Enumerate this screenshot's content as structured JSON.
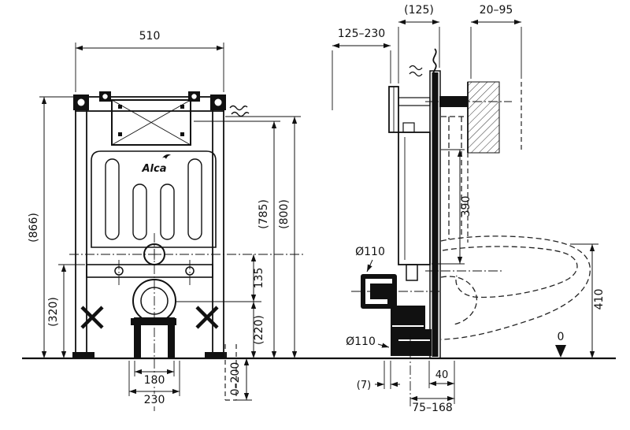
{
  "drawing": {
    "brand": "Alca",
    "front": {
      "width": "510",
      "height_total": "(866)",
      "height_lower": "(320)",
      "height_plate": "(785)",
      "height_top": "(800)",
      "flush_offset": "135",
      "drain_height": "(220)",
      "foot_adjust": "0–200",
      "spacing_inner": "180",
      "spacing_outer": "230"
    },
    "side": {
      "depth_total": "125–230",
      "depth_frame": "(125)",
      "wall_offset": "20–95",
      "cistern_height": "390",
      "inlet_dia": "Ø110",
      "outlet_dia": "Ø110",
      "bowl_height": "410",
      "dim_7": "(7)",
      "dim_40": "40",
      "outlet_offset": "75–168",
      "zero": "0"
    }
  }
}
